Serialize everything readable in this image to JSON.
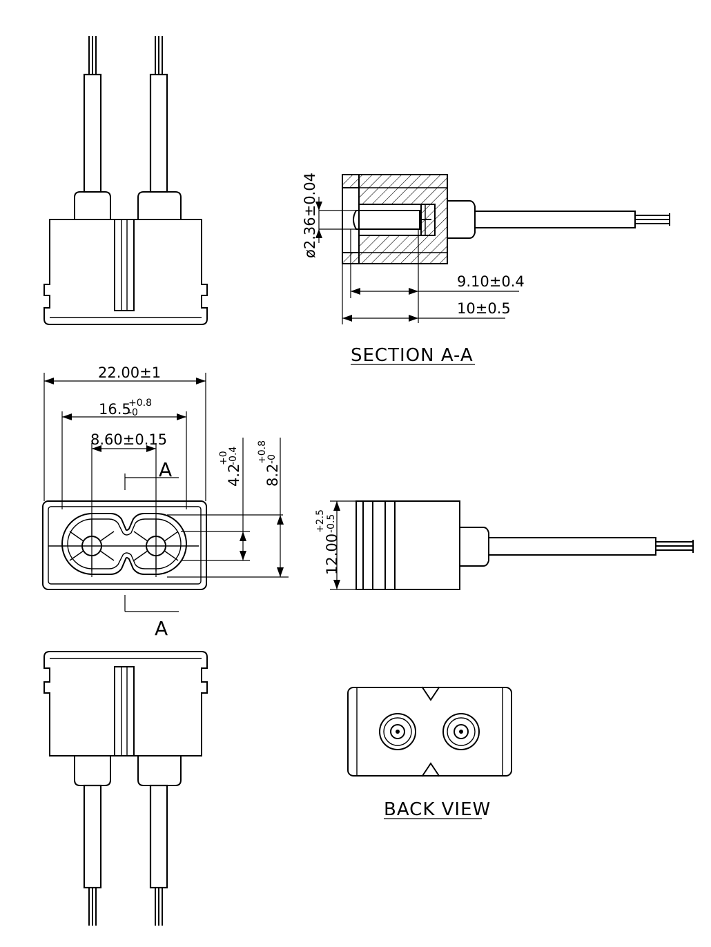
{
  "labels": {
    "section_title": "SECTION A-A",
    "back_view_title": "BACK VIEW",
    "section_mark_top": "A",
    "section_mark_bottom": "A"
  },
  "dimensions": {
    "overall_width": "22.00±1",
    "mount_width_base": "16.5",
    "mount_width_tol_plus": "+0.8",
    "mount_width_tol_minus": "-0",
    "pin_pitch": "8.60±0.15",
    "slot_height_base": "4.2",
    "slot_height_tol_plus": "+0",
    "slot_height_tol_minus": "-0.4",
    "body_height_base": "8.2",
    "body_height_tol_plus": "+0.8",
    "body_height_tol_minus": "-0",
    "pin_diameter": "ø2.36±0.04",
    "pin_depth": "9.10±0.4",
    "body_depth": "10±0.5",
    "side_height_base": "12.00",
    "side_height_tol_plus": "+2.5",
    "side_height_tol_minus": "-0.5"
  }
}
